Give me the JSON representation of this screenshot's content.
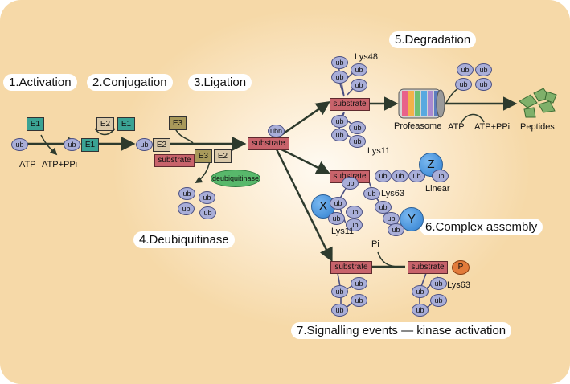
{
  "steps": {
    "activation": "1.Activation",
    "conjugation": "2.Conjugation",
    "ligation": "3.Ligation",
    "deubiquitinase": "4.Deubiquitinase",
    "degradation": "5.Degradation",
    "complex_assembly": "6.Complex assembly",
    "signalling": "7.Signalling events — kinase activation"
  },
  "labels": {
    "ub": "ub",
    "ubn": "ubn",
    "e1": "E1",
    "e2": "E2",
    "e3": "E3",
    "atp": "ATP",
    "atp_ppi": "ATP+PPi",
    "substrate": "substrate",
    "deubiquitinase_enzyme": "deubiquitinase",
    "proteasome": "Profeasome",
    "peptides": "Peptides",
    "lys48": "Lys48",
    "lys11": "Lys11",
    "lys63": "Lys63",
    "linear": "Linear",
    "x": "X",
    "y": "Y",
    "z": "Z",
    "pi": "Pi",
    "p": "P"
  },
  "colors": {
    "e1": "#3aa394",
    "e2": "#d9c8a9",
    "e3": "#a8995a",
    "ubiquitin": "#a9aed8",
    "substrate": "#c8636b",
    "deubiquitinase": "#58b86b",
    "kinase_phosphate": "#e27b3a",
    "binding_protein": "#2f7fd0"
  }
}
